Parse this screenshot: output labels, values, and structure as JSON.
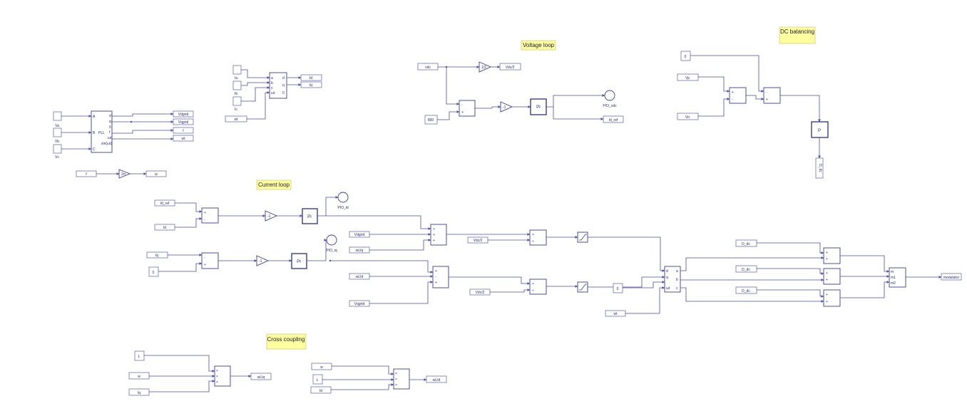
{
  "notes": {
    "voltage_loop": "Voltage loop",
    "dc_balancing": "DC balancing",
    "current_loop": "Current loop",
    "cross_coupling": "Cross coupling"
  },
  "pll": {
    "in_labels": [
      "Va",
      "Vb",
      "Vc"
    ],
    "block_label": "PLL",
    "ports_in": [
      "A",
      "B",
      "C"
    ],
    "ports_out": [
      "d",
      "q",
      "0",
      "f",
      "ωt",
      "sin(ωt)"
    ],
    "out_tags": [
      "Vdgrid",
      "Vqgrid",
      "f",
      "wt"
    ]
  },
  "f_to_w": {
    "in_tag": "f",
    "gain": "2π",
    "out_tag": "w"
  },
  "park_i": {
    "in_labels": [
      "Ia",
      "Ib",
      "Ic"
    ],
    "ports_in": [
      "a",
      "b",
      "c",
      "ωt"
    ],
    "ports_out": [
      "d",
      "q",
      "0"
    ],
    "out_tags": [
      "Id",
      "Iq"
    ],
    "wt_tag": "wt"
  },
  "voltage_loop": {
    "vdc_tag": "vdc",
    "half_gain": "1/2",
    "vdc2_tag": "Vdc/2",
    "ref": "800",
    "pi": "PI",
    "probe": "PIO_vdc",
    "idref_tag": "Id_ref"
  },
  "dc_balancing": {
    "zero": "0",
    "vp_tag": "Vp",
    "vn_tag": "Vn",
    "p_block": "P",
    "out_tag": "D_dc"
  },
  "current_loop": {
    "idref_tag": "Id_ref",
    "id_tag": "Id",
    "iq_tag": "Iq",
    "zero": "0",
    "pi": "PI",
    "probe_d": "PIO_id",
    "probe_q": "PIO_iq",
    "vdgrid_tag": "Vdgrid",
    "wliq_tag": "wLIq",
    "wlid_tag": "wLId",
    "vqgrid_tag": "Vqgrid",
    "vdc2_tag": "Vdc/2",
    "neg_gain": "-1"
  },
  "inv_park": {
    "ports_in": [
      "d",
      "q",
      "ωt"
    ],
    "ports_out": [
      "a",
      "b",
      "c"
    ],
    "zero": "0",
    "wt_tag": "wt"
  },
  "modulator": {
    "ddc_tags": [
      "D_dc",
      "D_dc",
      "D_dc"
    ],
    "ports_in": [
      "m",
      "m1",
      "m2"
    ],
    "out_tag": "modulator"
  },
  "cross_coupling": {
    "l_const": "L",
    "w_tag": "w",
    "iq_tag": "Iq",
    "out_q": "wLIq",
    "id_tag": "Id",
    "out_d": "wLId",
    "mult": "×"
  }
}
